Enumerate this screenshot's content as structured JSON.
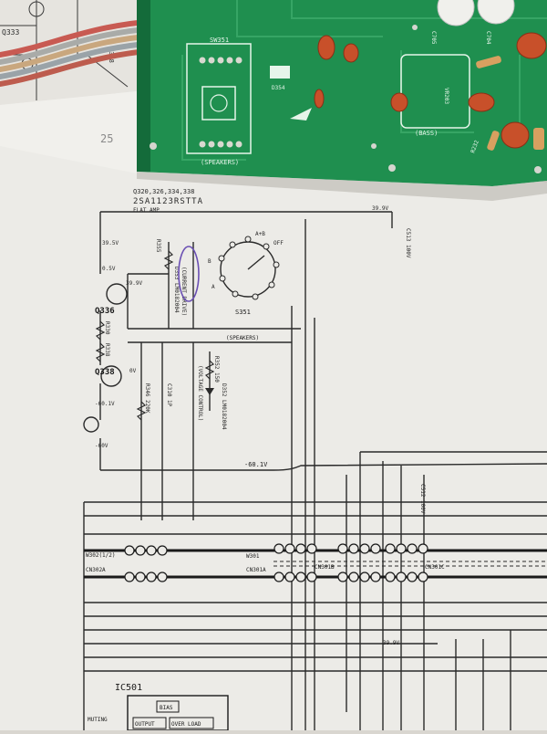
{
  "pcb": {
    "switch_ref": "SW351",
    "diode_ref": "D354",
    "speakers_label": "(SPEAKERS)",
    "bass_label": "(BASS)",
    "vr_ref": "VR203",
    "cap_refs": [
      "C705",
      "C704"
    ],
    "res_refs": [
      "R232"
    ],
    "left_ref": "C318"
  },
  "schematic": {
    "page_fragment": "25",
    "header_refs": "Q320,326,334,338",
    "header_part": "2SA1123RSTTA",
    "header_sub": "FLAT AMP",
    "transistors": [
      "Q336",
      "Q338",
      "Q333"
    ],
    "voltages": [
      "39.5V",
      "0.5V",
      "39.9V",
      "0V",
      "-60.1V",
      "-60V",
      "39.9V"
    ],
    "current_drive": "(CURRENT DRIVE)",
    "current_drive_part": "D353 LM0182004",
    "voltage_control": "(VOLTAGE CONTROL)",
    "voltage_control_part": "D352 LM0182004",
    "switch_label": "S351",
    "speakers_label": "(SPEAKERS)",
    "sw_positions": [
      "A+B",
      "OFF",
      "A",
      "B"
    ],
    "resistors": [
      "R355",
      "R330",
      "R338",
      "R352 150",
      "R346 220K"
    ],
    "cap": "C310 1P",
    "connectors": [
      "W302(1/2)",
      "CN302A",
      "W301",
      "CN301A",
      "CN301B",
      "CN301C"
    ],
    "rail_label": "-60.1V",
    "rail_label2": "39.9V",
    "cap_right": "C513 100V",
    "cap_right2": "C512 100V",
    "ic": "IC501",
    "ic_blocks": [
      "BIAS",
      "OUTPUT",
      "OVER LOAD",
      "MUTING"
    ]
  },
  "colors": {
    "pcb_green": "#1f8f4f",
    "pcb_dark": "#146b3a",
    "paper": "#ecebe7",
    "ink": "#2a2a2a",
    "annotation_purple": "#6a4fb3",
    "capacitor_orange": "#c8502a"
  }
}
